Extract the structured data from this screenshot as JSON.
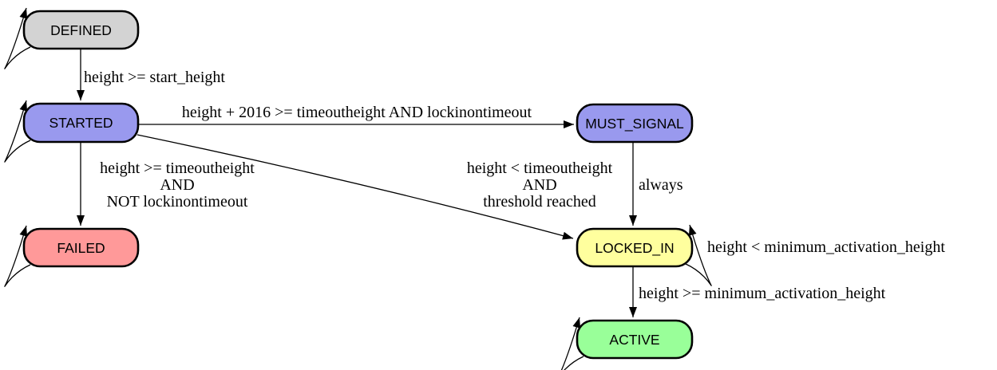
{
  "diagram": {
    "title": "versionbits-state-machine",
    "background": "#ffffff",
    "edge_color": "#000000",
    "states": {
      "defined": {
        "label": "DEFINED",
        "fill": "#d3d3d3",
        "self_loop": true
      },
      "started": {
        "label": "STARTED",
        "fill": "#9999ee",
        "self_loop": true
      },
      "must_signal": {
        "label": "MUST_SIGNAL",
        "fill": "#9999ee",
        "self_loop": false
      },
      "failed": {
        "label": "FAILED",
        "fill": "#ff9999",
        "self_loop": true
      },
      "locked_in": {
        "label": "LOCKED_IN",
        "fill": "#ffff9e",
        "self_loop": true
      },
      "active": {
        "label": "ACTIVE",
        "fill": "#99ff99",
        "self_loop": true
      }
    },
    "transitions": {
      "defined_to_started": {
        "from": "DEFINED",
        "to": "STARTED",
        "label": "height >= start_height"
      },
      "started_to_must_signal": {
        "from": "STARTED",
        "to": "MUST_SIGNAL",
        "label": "height + 2016 >= timeoutheight AND lockinontimeout"
      },
      "started_to_failed": {
        "from": "STARTED",
        "to": "FAILED",
        "lines": [
          "height >= timeoutheight",
          "AND",
          "NOT lockinontimeout"
        ]
      },
      "started_to_locked_in": {
        "from": "STARTED",
        "to": "LOCKED_IN",
        "lines": [
          "height < timeoutheight",
          "AND",
          "threshold reached"
        ]
      },
      "must_signal_to_locked_in": {
        "from": "MUST_SIGNAL",
        "to": "LOCKED_IN",
        "label": "always"
      },
      "locked_in_self_loop": {
        "from": "LOCKED_IN",
        "to": "LOCKED_IN",
        "label": "height < minimum_activation_height"
      },
      "locked_in_to_active": {
        "from": "LOCKED_IN",
        "to": "ACTIVE",
        "label": "height >= minimum_activation_height"
      }
    }
  }
}
